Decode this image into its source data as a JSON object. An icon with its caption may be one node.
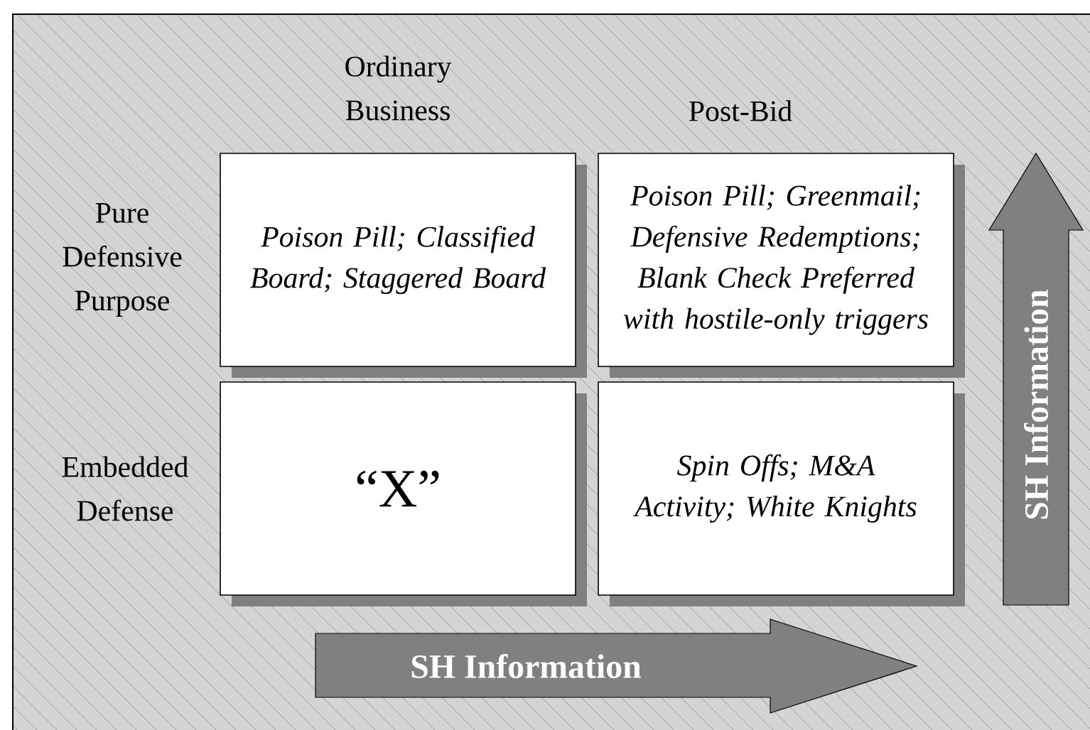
{
  "diagram": {
    "nodes": [
      {
        "text": [
          "Poison Pill; Classified Board; Staggered Board"
        ]
      },
      {
        "text": [
          "Poison Pill; Greenmail; Defensive Redemptions; Blank Check Preferred with hostile-only triggers"
        ]
      },
      {
        "text": [
          "“X”"
        ]
      },
      {
        "text": [
          "Spin Offs; M&A Activity; White Knights"
        ]
      },
      {
        "text": [
          "SH Information"
        ]
      },
      {
        "text": [
          "SH Information"
        ]
      }
    ],
    "labels": [
      "Ordinary Business",
      "Post-Bid",
      "Pure Defensive Purpose",
      "Embedded Defense"
    ]
  }
}
